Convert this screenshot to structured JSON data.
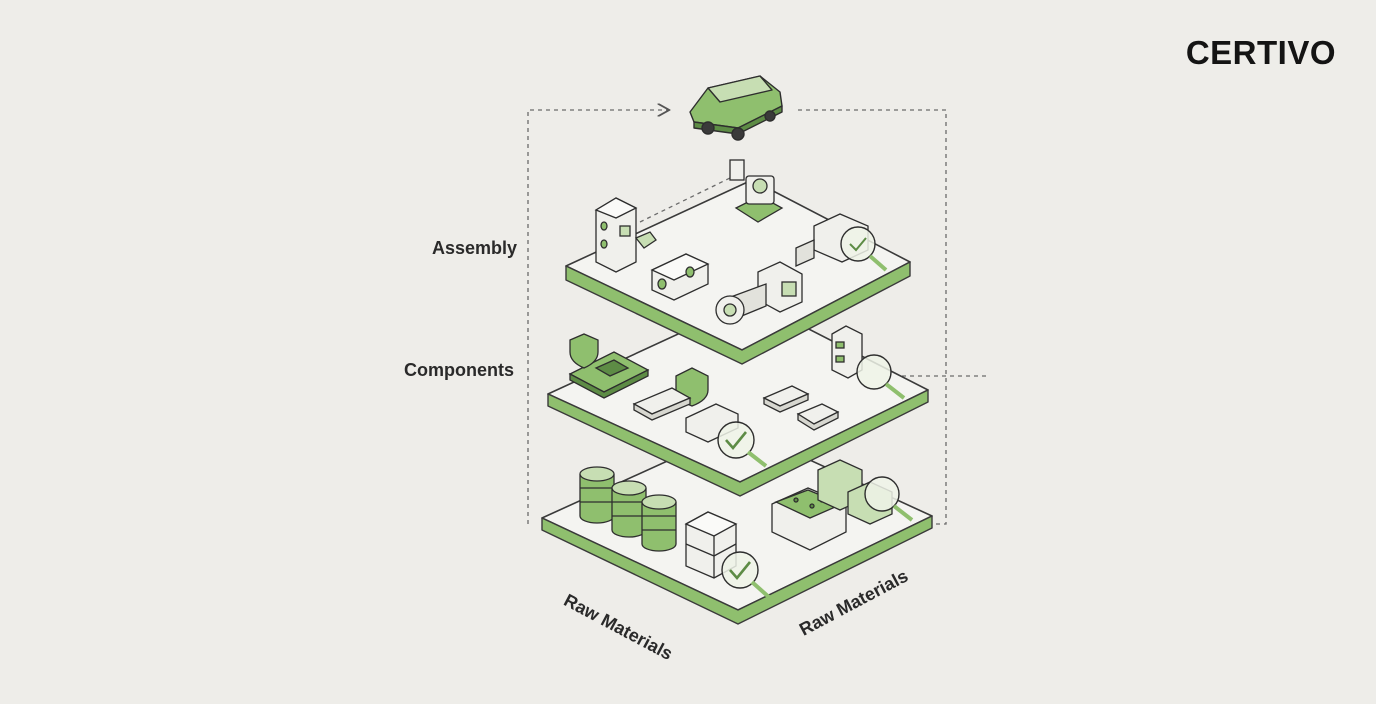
{
  "brand": {
    "name": "CERTIVO"
  },
  "layers": {
    "assembly": {
      "label": "Assembly"
    },
    "components": {
      "label": "Components"
    },
    "raw_materials": {
      "label_left": "Raw Materials",
      "label_right": "Raw Materials"
    }
  },
  "colors": {
    "background": "#eeede9",
    "accent_green": "#8fbf6e",
    "dark_green": "#5d8c45",
    "light_green": "#c7deb3",
    "outline": "#3a3a3a",
    "platform_top": "#f4f4f1"
  },
  "icons": [
    "car-icon",
    "robot-arm-icon",
    "factory-building-icon",
    "machine-block-icon",
    "turbine-icon",
    "inspection-magnifier-icon",
    "shield-icon",
    "microchip-icon",
    "keyboard-module-icon",
    "connector-icon",
    "barrel-icon",
    "crate-icon",
    "container-bin-icon",
    "checkmark-icon"
  ]
}
